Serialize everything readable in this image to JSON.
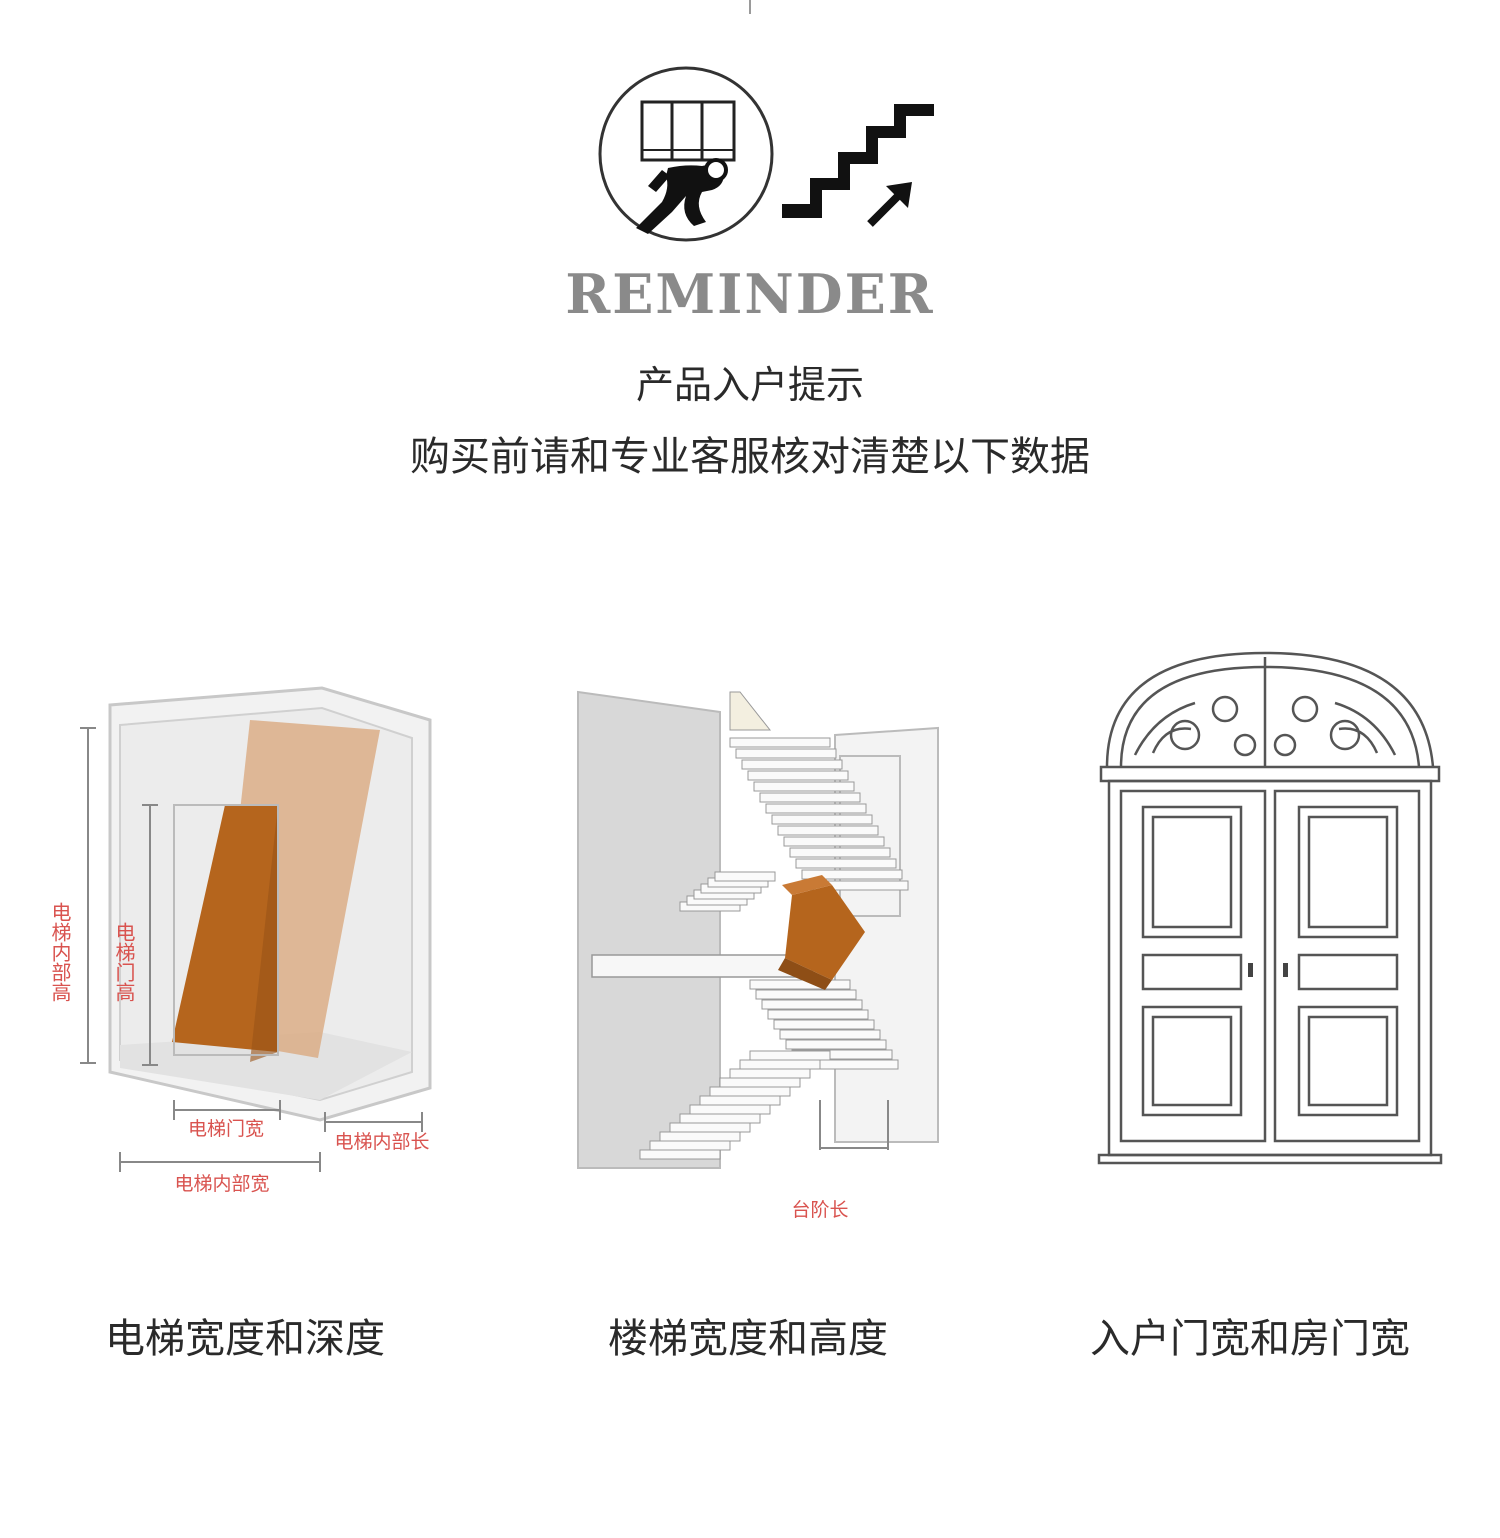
{
  "header": {
    "brand_word": "REMINDER",
    "title": "产品入户提示",
    "subtitle": "购买前请和专业客服核对清楚以下数据",
    "icons": [
      "mover-carrying-box-icon",
      "stairs-arrow-up-icon"
    ]
  },
  "panels": [
    {
      "caption": "电梯宽度和深度",
      "labels": {
        "inner_height_label": "电梯内部高",
        "door_height_label": "电梯门高",
        "door_width_label": "电梯门宽",
        "inner_length_label": "电梯内部长",
        "inner_width_label": "电梯内部宽"
      }
    },
    {
      "caption": "楼梯宽度和高度",
      "labels": {
        "step_length_label": "台阶长"
      }
    },
    {
      "caption": "入户门宽和房门宽"
    }
  ],
  "colors": {
    "box_orange": "#b5651d",
    "dimension_red": "#d9534f",
    "heading_gray": "#8a8a8a"
  }
}
